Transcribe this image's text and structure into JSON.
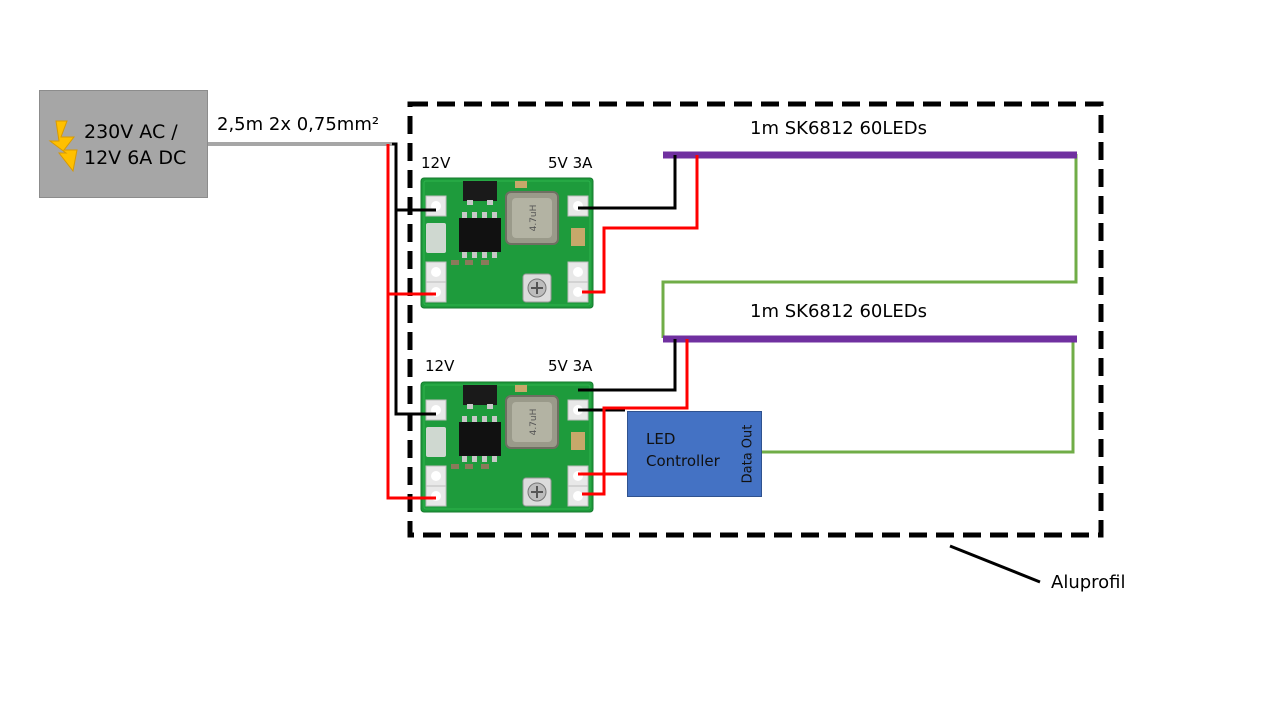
{
  "power_supply": {
    "line1": "230V AC /",
    "line2": "12V 6A DC"
  },
  "cable_label": "2,5m 2x 0,75mm²",
  "modules": [
    {
      "in_label": "12V",
      "out_label": "5V 3A",
      "inductor_text": "4.7uH"
    },
    {
      "in_label": "12V",
      "out_label": "5V 3A",
      "inductor_text": "4.7uH"
    }
  ],
  "strips": [
    {
      "label": "1m SK6812 60LEDs"
    },
    {
      "label": "1m SK6812 60LEDs"
    }
  ],
  "controller": {
    "line1": "LED",
    "line2": "Controller",
    "data_out": "Data Out"
  },
  "enclosure_label": "Aluprofil",
  "colors": {
    "wire_red": "#ff0000",
    "wire_black": "#000000",
    "wire_green": "#70ad47",
    "strip_purple": "#7030a0",
    "cable_gray": "#a6a6a6",
    "pcb_green": "#1e9b3c",
    "controller_blue": "#4472c4",
    "bolt_yellow": "#ffc000"
  },
  "icons": {
    "power": "lightning-bolt-icon"
  }
}
